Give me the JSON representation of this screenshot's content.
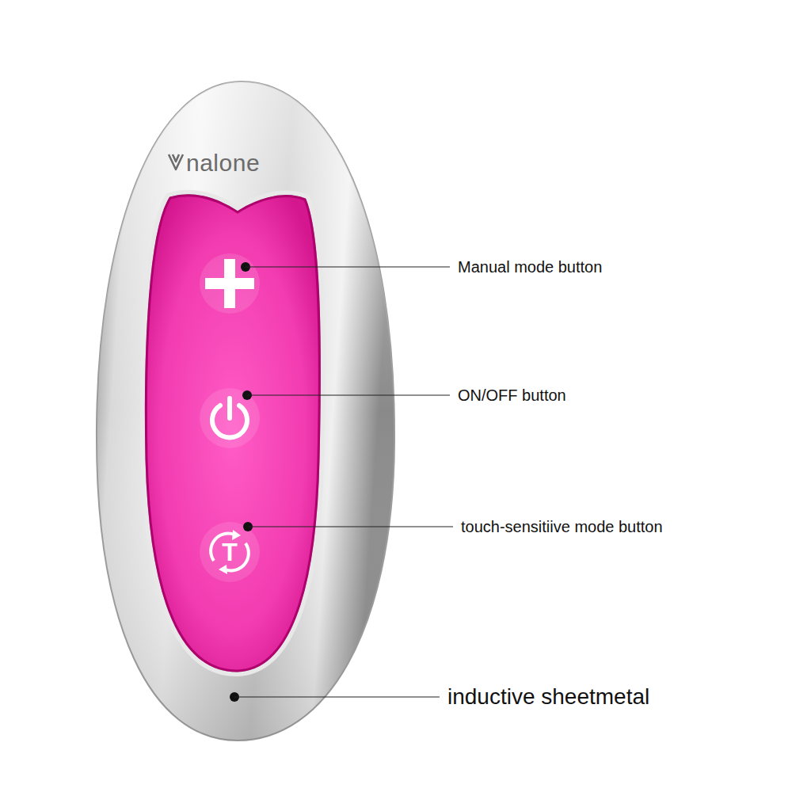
{
  "diagram": {
    "labels": [
      "nalone",
      "Manual mode button",
      "ON/OFF button",
      "T",
      "touch-sensitiive mode button",
      "inductive sheetmetal"
    ]
  }
}
